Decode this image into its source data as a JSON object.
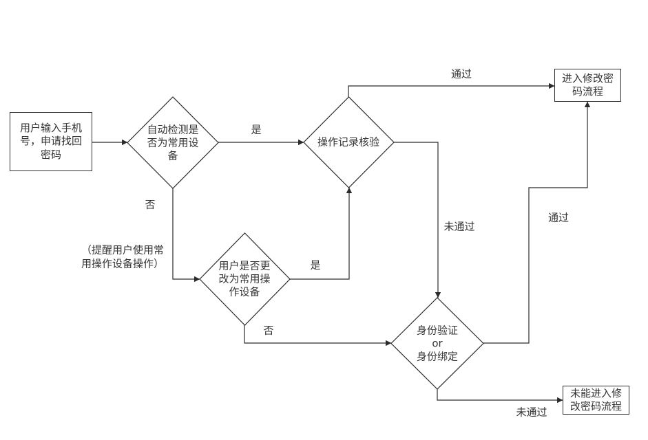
{
  "diagram": {
    "title": "password-recovery-device-check-flowchart",
    "background_color": "#ffffff",
    "line_color": "#2b2b2b",
    "text_color": "#333333"
  },
  "nodes": {
    "start": {
      "type": "rect",
      "label": "用户输入手机\n号，申请找回\n密码"
    },
    "detect_device": {
      "type": "diamond",
      "label": "自动检测是\n否为常用设\n备"
    },
    "record_check": {
      "type": "diamond",
      "label": "操作记录核验"
    },
    "change_device": {
      "type": "diamond",
      "label": "用户是否更\n改为常用操\n作设备"
    },
    "identity": {
      "type": "diamond",
      "label": "身份验证\nor\n身份绑定"
    },
    "enter_reset": {
      "type": "rect",
      "label": "进入修改密\n码流程"
    },
    "fail_reset": {
      "type": "rect",
      "label": "未能进入修\n改密码流程"
    }
  },
  "annotations": {
    "remind_note": "（提醒用户使用常\n用操作设备操作）"
  },
  "edge_labels": {
    "detect_yes": "是",
    "detect_no": "否",
    "change_yes": "是",
    "change_no": "否",
    "record_pass": "通过",
    "record_fail": "未通过",
    "identity_pass": "通过",
    "identity_fail": "未通过"
  }
}
